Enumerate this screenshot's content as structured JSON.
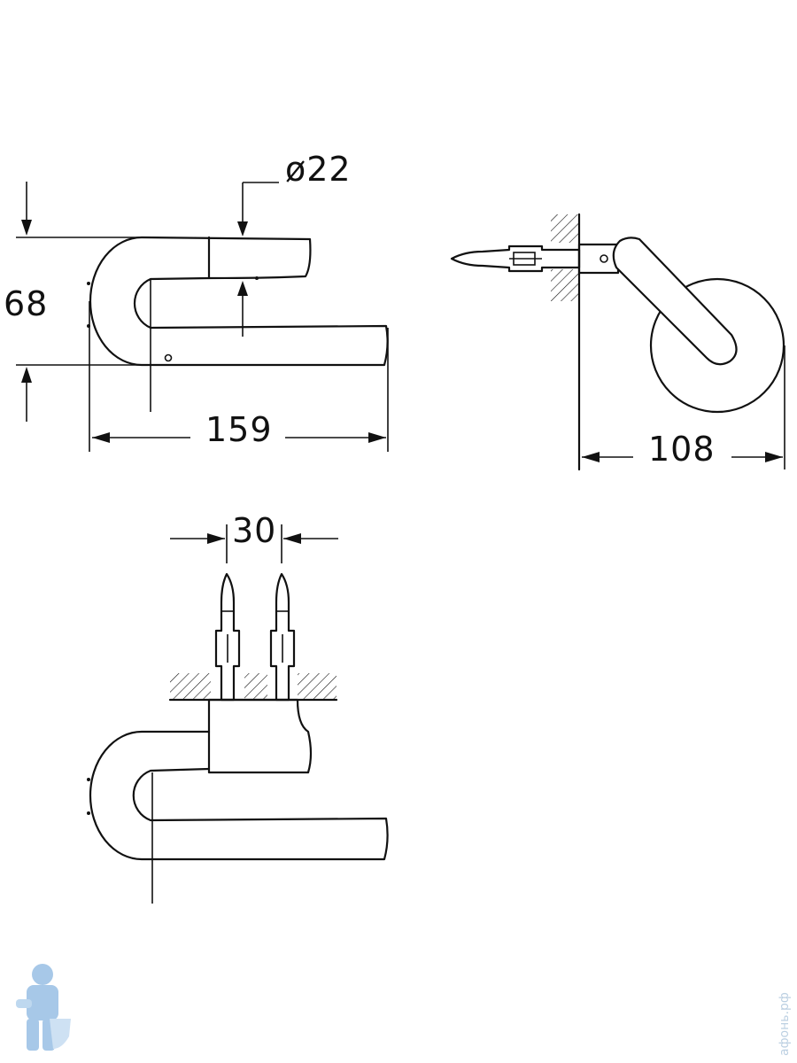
{
  "drawing": {
    "dimensions": {
      "diameter": "ø22",
      "height": "68",
      "length": "159",
      "depth": "108",
      "spacing": "30"
    },
    "views": [
      "side-view",
      "top-view",
      "front-view"
    ]
  },
  "watermark": {
    "text": "афонь.рф",
    "logo": "plumber-mascot-icon"
  },
  "colors": {
    "line": "#111111",
    "background": "#ffffff",
    "logo": "#9ec3e6"
  }
}
